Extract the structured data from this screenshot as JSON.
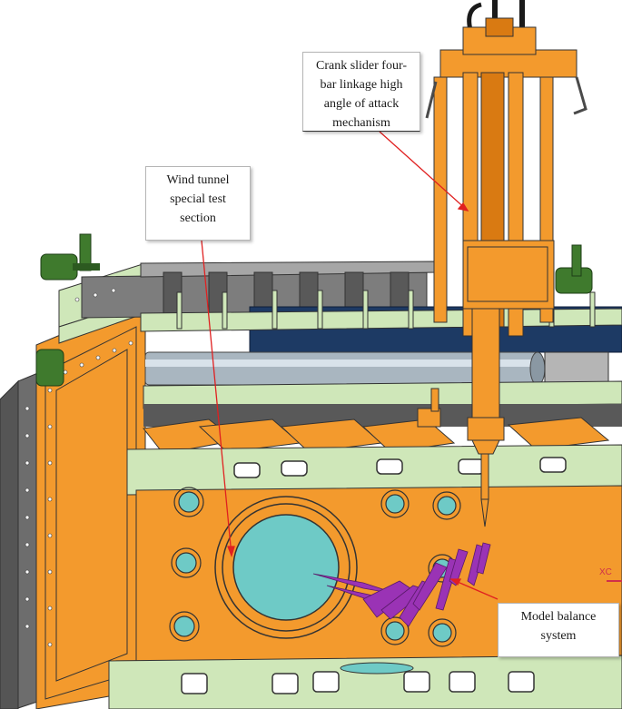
{
  "labels": {
    "crank_mechanism": {
      "lines": [
        "Crank slider four-",
        "bar linkage high",
        "angle of attack",
        "mechanism"
      ]
    },
    "wind_tunnel": {
      "lines": [
        "Wind tunnel",
        "special test",
        "section"
      ]
    },
    "model_balance": {
      "lines": [
        "Model balance",
        "system"
      ]
    }
  },
  "axis_marker": "XC",
  "colors": {
    "orange": "#f39a2d",
    "dark_orange": "#d97a12",
    "light_green": "#cfe7b9",
    "teal": "#6ecac6",
    "navy": "#1d3a64",
    "gray": "#8c8c8c",
    "dark_gray": "#4a4a4a",
    "purple": "#9a33b5",
    "arrow_red": "#e02020",
    "motor_green": "#3f7a2d"
  },
  "icons": [
    "arrow-pointer"
  ]
}
